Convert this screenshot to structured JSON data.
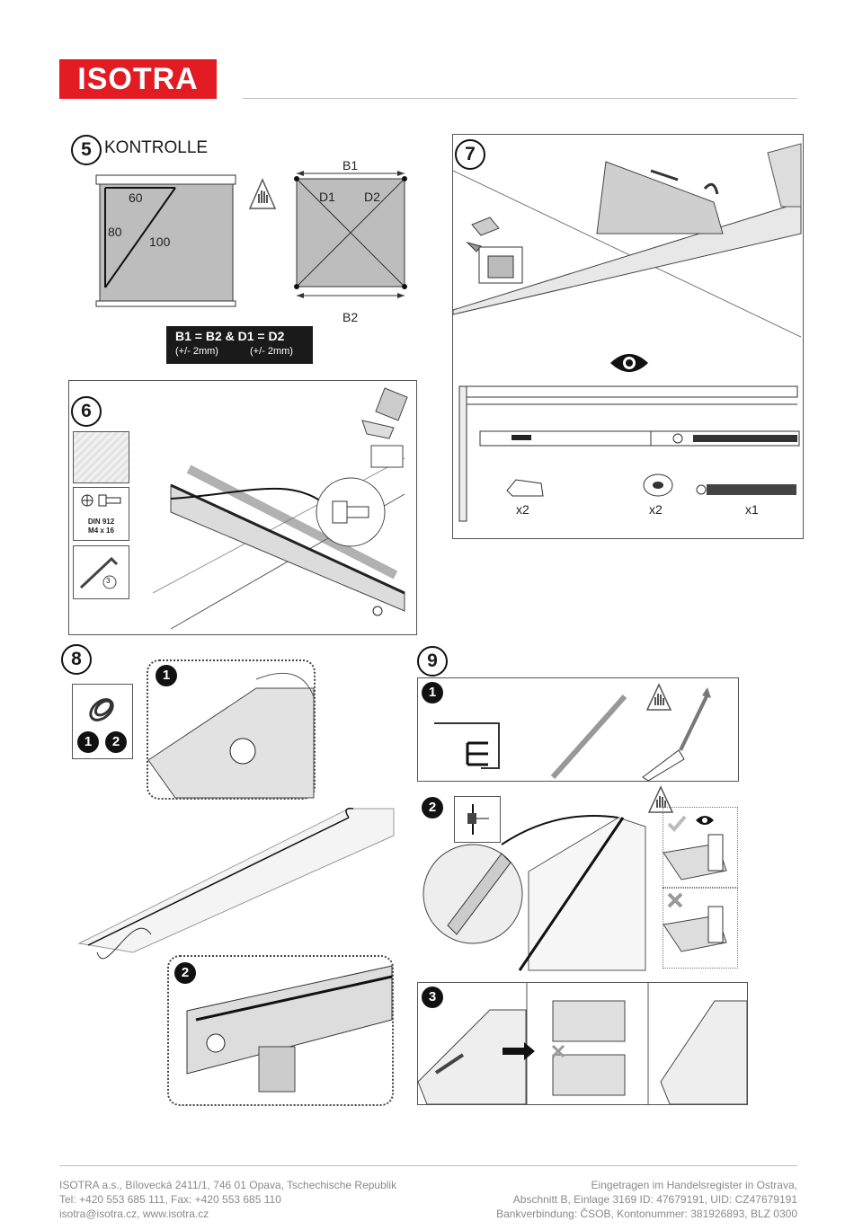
{
  "header": {
    "logo_text": "ISOTRA",
    "brand_color": "#e31b23"
  },
  "step5": {
    "number": "5",
    "title": "KONTROLLE",
    "diagram_left": {
      "side_a": "60",
      "side_b": "80",
      "diagonal": "100"
    },
    "diagram_right": {
      "top": "B1",
      "bottom": "B2",
      "diag1": "D1",
      "diag2": "D2"
    },
    "formula_line1": "B1 = B2  &  D1 = D2",
    "formula_tol1": "(+/- 2mm)",
    "formula_tol2": "(+/- 2mm)"
  },
  "step6": {
    "number": "6",
    "screw_spec_line1": "DIN 912",
    "screw_spec_line2": "M4 x 16",
    "hex_size": "3"
  },
  "step7": {
    "number": "7",
    "parts": [
      {
        "qty": "x2"
      },
      {
        "qty": "x2"
      },
      {
        "qty": "x1"
      }
    ]
  },
  "step8": {
    "number": "8",
    "subs": [
      "1",
      "2"
    ]
  },
  "step9": {
    "number": "9",
    "subs": [
      "1",
      "2",
      "3"
    ]
  },
  "icons": [
    "warning-hand-icon",
    "eye-icon",
    "check-icon",
    "cross-icon",
    "arrow-icon"
  ],
  "footer": {
    "left": [
      "ISOTRA a.s., Bílovecká 2411/1, 746 01 Opava, Tschechische Republik",
      "Tel: +420 553 685 111, Fax: +420 553 685 110",
      "isotra@isotra.cz, www.isotra.cz"
    ],
    "right": [
      "Eingetragen im Handelsregister in Ostrava,",
      "Abschnitt B, Einlage 3169 ID: 47679191, UID: CZ47679191",
      "Bankverbindung: ČSOB, Kontonummer: 381926893, BLZ 0300"
    ]
  }
}
